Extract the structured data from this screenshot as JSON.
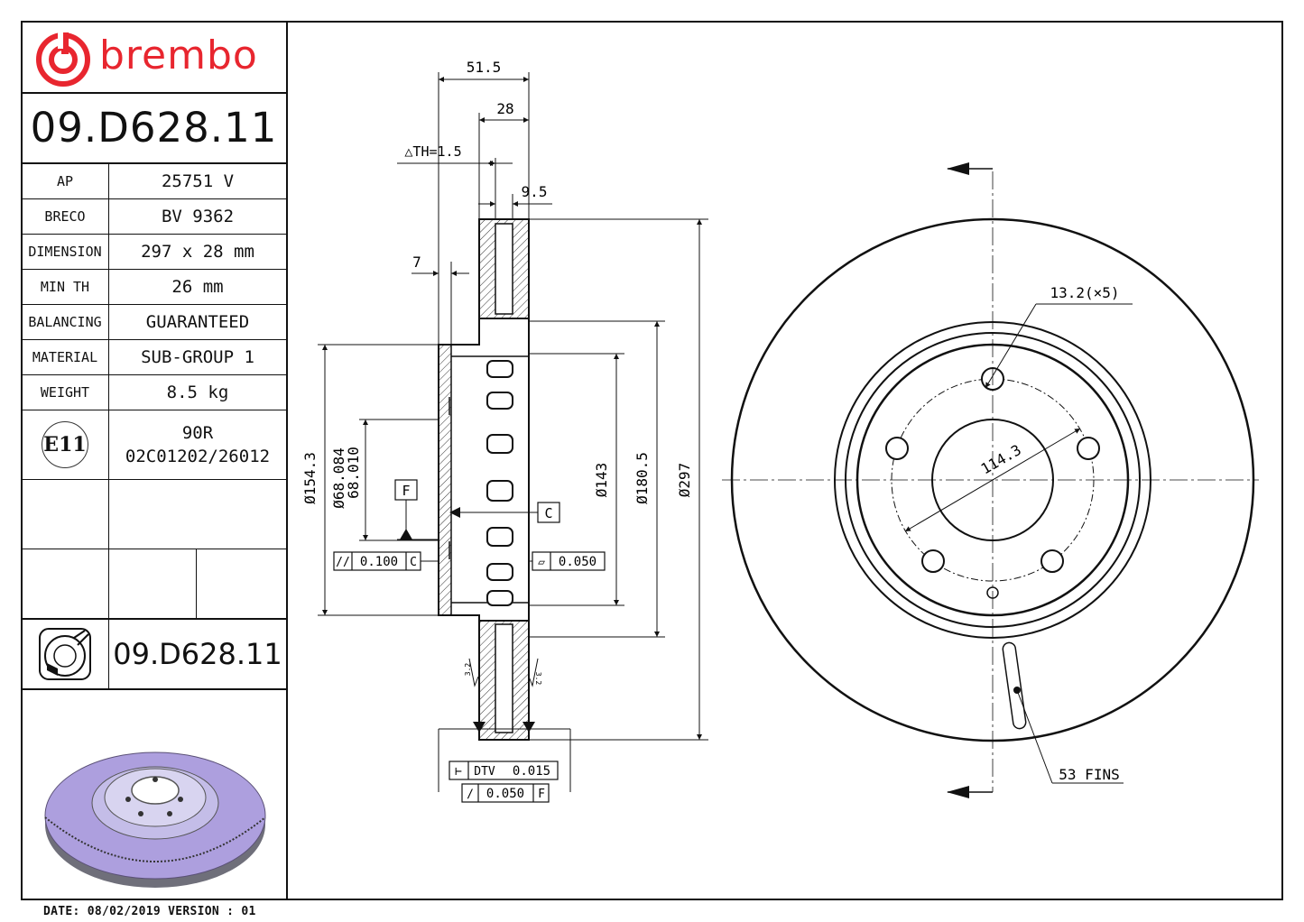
{
  "brand": {
    "name": "brembo",
    "color": "#e8262f"
  },
  "part_number": "09.D628.11",
  "specs": [
    {
      "label": "AP",
      "value": "25751 V"
    },
    {
      "label": "BRECO",
      "value": "BV 9362"
    },
    {
      "label": "DIMENSION",
      "value": "297 x 28 mm"
    },
    {
      "label": "MIN TH",
      "value": "26 mm"
    },
    {
      "label": "BALANCING",
      "value": "GUARANTEED"
    },
    {
      "label": "MATERIAL",
      "value": "SUB-GROUP 1"
    },
    {
      "label": "WEIGHT",
      "value": "8.5 kg"
    }
  ],
  "homologation": {
    "mark": "E11",
    "line1": "90R",
    "line2": "02C01202/26012"
  },
  "footer": "DATE: 08/02/2019 VERSION : 01",
  "dimensions": {
    "overall_width": "51.5",
    "thickness": "28",
    "delta_th": "△TH=1.5",
    "friction_ring": "9.5",
    "hat": "7",
    "d_154": "Ø154.3",
    "d_68084": "Ø68.084",
    "d_68010": "68.010",
    "d_143": "Ø143",
    "d_180": "Ø180.5",
    "d_297": "Ø297",
    "holes": "13.2(×5)",
    "pcd": "114.3",
    "fins": "53 FINS",
    "datum_f": "F",
    "datum_c": "C",
    "tol_parallel": "0.100",
    "tol_parallel_ref": "C",
    "tol_flat": "0.050",
    "dtv_label": "DTV",
    "dtv_value": "0.015",
    "runout": "0.050",
    "runout_ref": "F",
    "roughness_1": "3.2",
    "roughness_2": "3.2"
  }
}
